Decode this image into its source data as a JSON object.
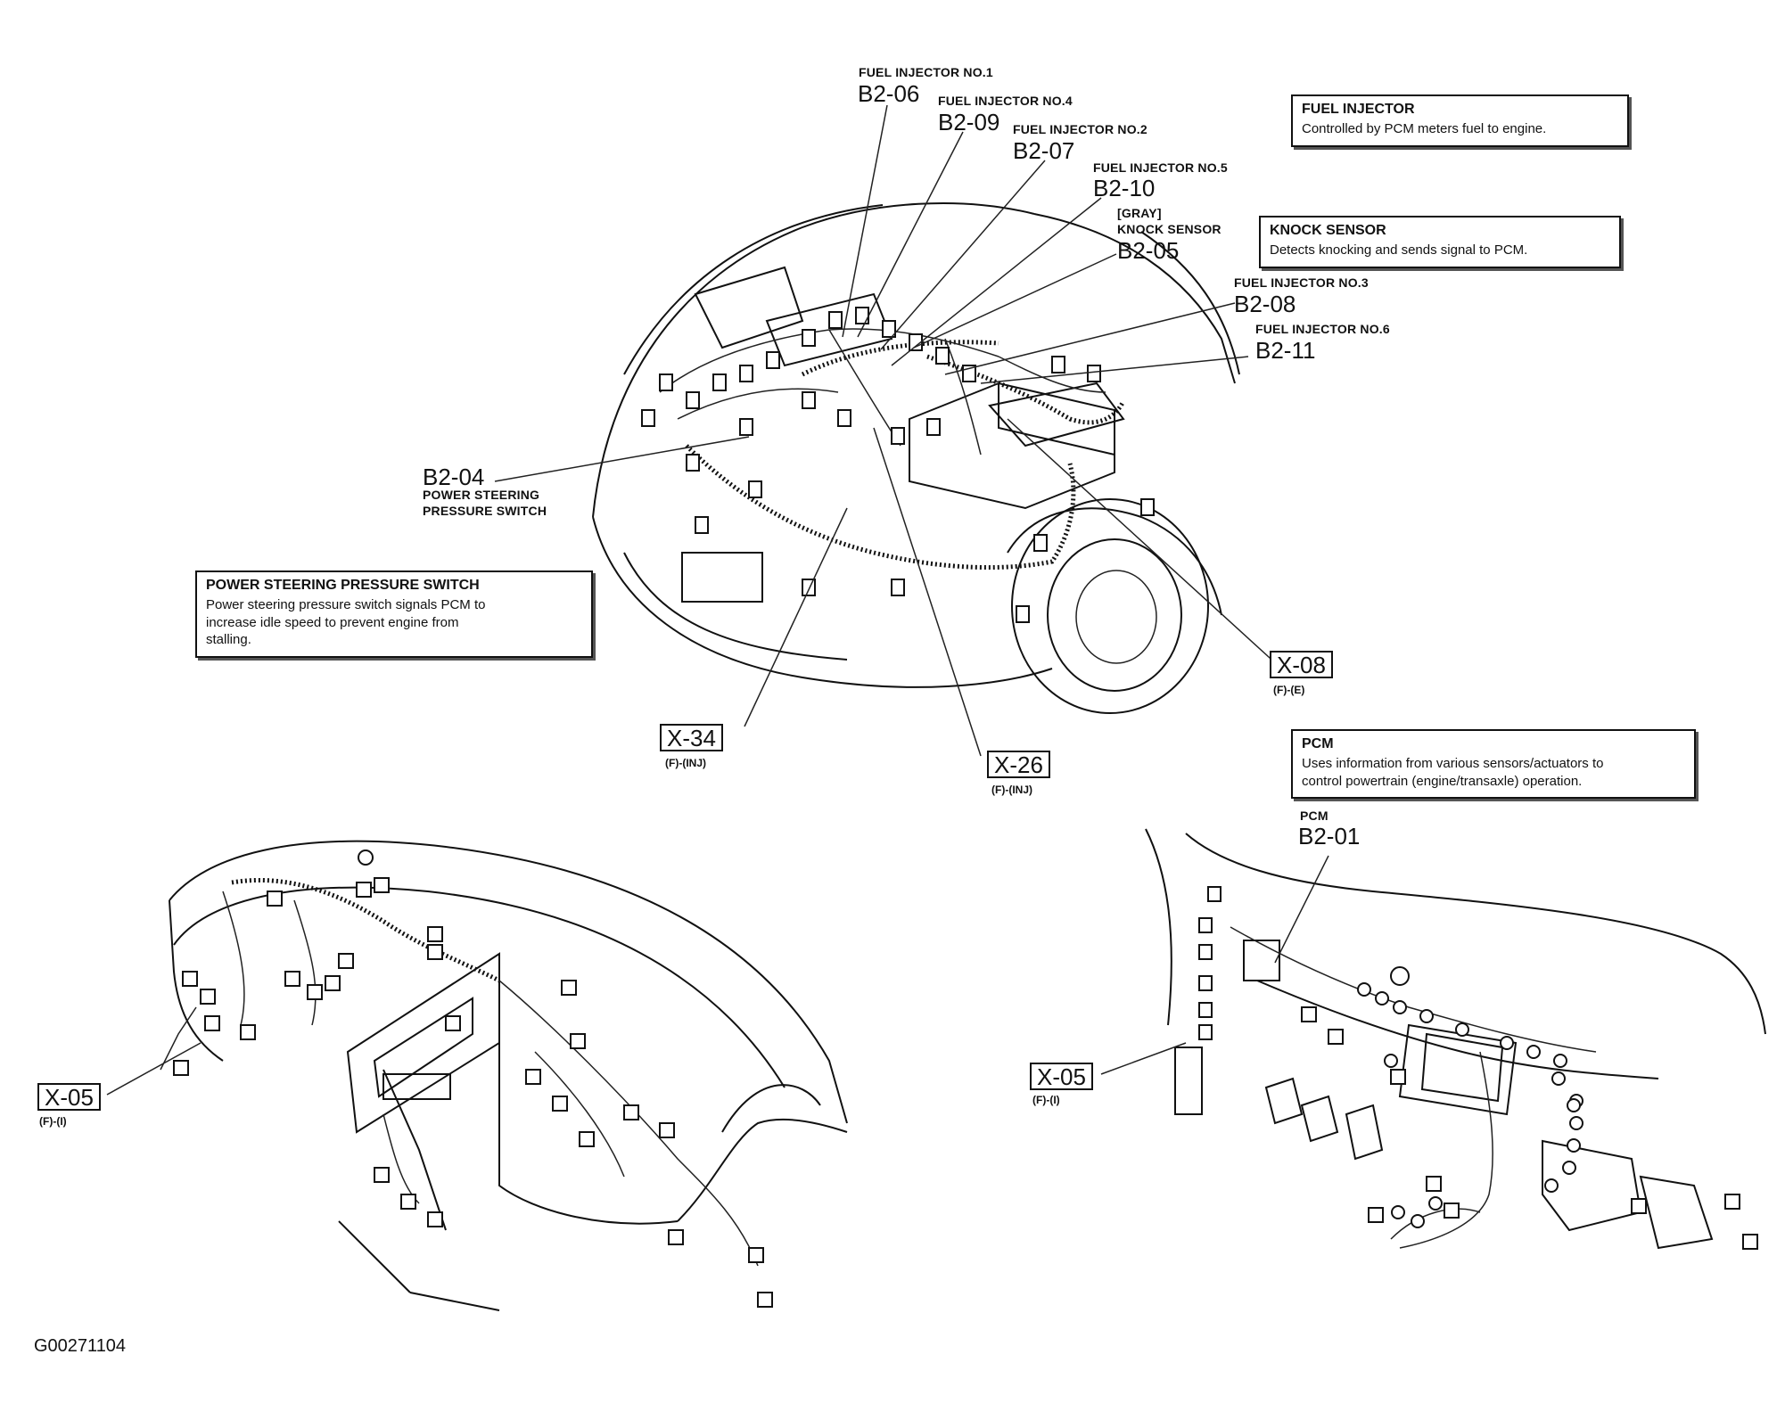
{
  "callouts": {
    "fi1": {
      "title": "FUEL INJECTOR NO.1",
      "code": "B2-06"
    },
    "fi4": {
      "title": "FUEL INJECTOR NO.4",
      "code": "B2-09"
    },
    "fi2": {
      "title": "FUEL INJECTOR NO.2",
      "code": "B2-07"
    },
    "fi5": {
      "title": "FUEL INJECTOR NO.5",
      "code": "B2-10"
    },
    "knock": {
      "title_line1": "[GRAY]",
      "title_line2": "KNOCK SENSOR",
      "code": "B2-05"
    },
    "fi3": {
      "title": "FUEL INJECTOR NO.3",
      "code": "B2-08"
    },
    "fi6": {
      "title": "FUEL INJECTOR NO.6",
      "code": "B2-11"
    },
    "ps": {
      "code": "B2-04",
      "title_line1": "POWER STEERING",
      "title_line2": "PRESSURE SWITCH"
    },
    "pcm": {
      "title": "PCM",
      "code": "B2-01"
    }
  },
  "connectors": {
    "x08": {
      "code": "X-08",
      "sub": "(F)-(E)"
    },
    "x34": {
      "code": "X-34",
      "sub": "(F)-(INJ)"
    },
    "x26": {
      "code": "X-26",
      "sub": "(F)-(INJ)"
    },
    "x05_left": {
      "code": "X-05",
      "sub": "(F)-(I)"
    },
    "x05_right": {
      "code": "X-05",
      "sub": "(F)-(I)"
    }
  },
  "notes": {
    "fuel_injector": {
      "title": "FUEL INJECTOR",
      "text": "Controlled by PCM meters fuel to engine."
    },
    "knock_sensor": {
      "title": "KNOCK SENSOR",
      "text": "Detects knocking and sends signal to PCM."
    },
    "ps_switch": {
      "title": "POWER STEERING PRESSURE SWITCH",
      "line1": "Power steering pressure switch signals PCM to",
      "line2": "increase idle speed to prevent engine from",
      "line3": "stalling."
    },
    "pcm": {
      "title": "PCM",
      "line1": "Uses information from various sensors/actuators to",
      "line2": "control powertrain (engine/transaxle) operation."
    }
  },
  "figure_id": "G00271104"
}
